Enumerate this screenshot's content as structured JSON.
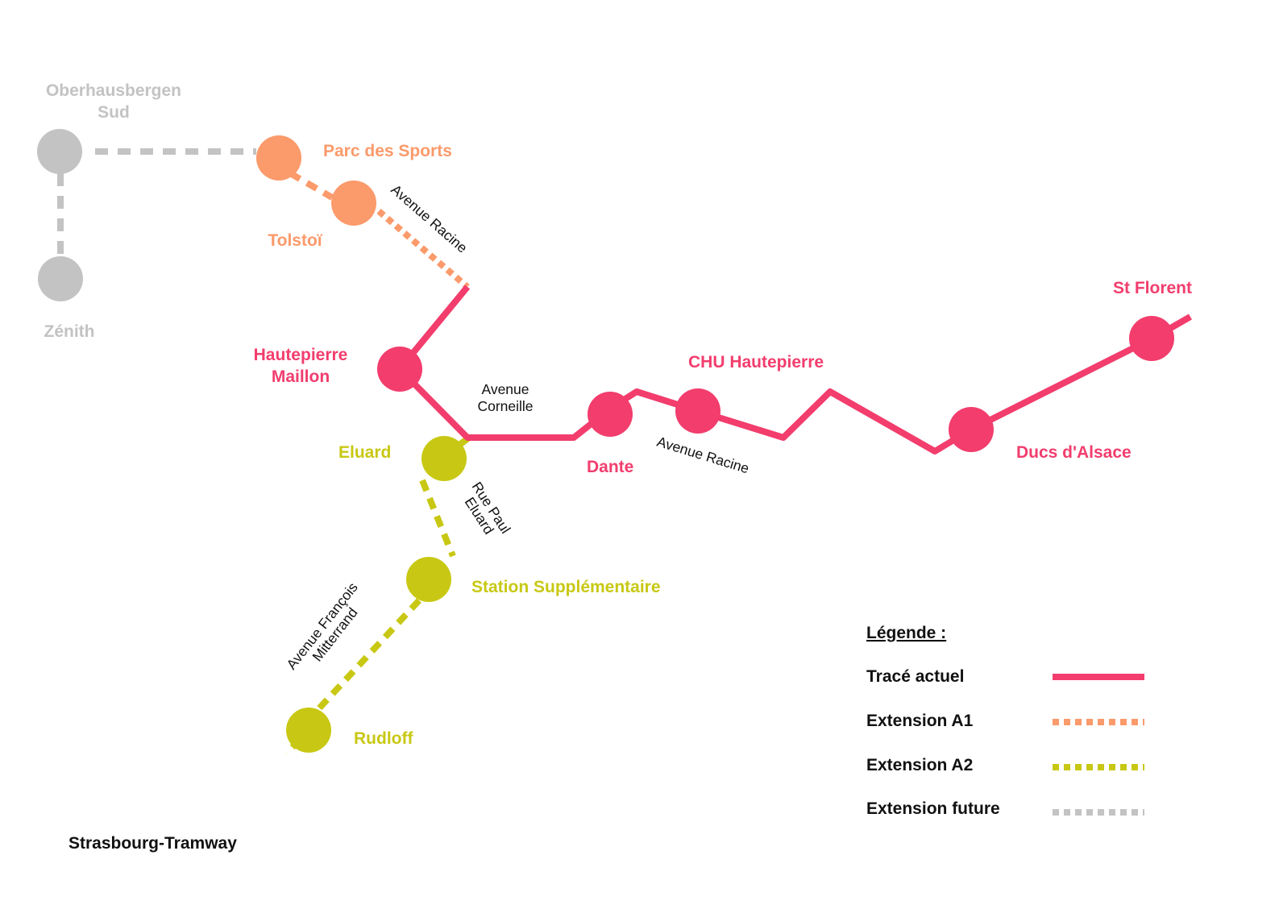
{
  "colors": {
    "current": "#f23d6d",
    "ext_a1": "#fb9a6b",
    "ext_a2": "#c8c814",
    "future": "#c3c3c3"
  },
  "stations": {
    "oberhausbergen_line1": "Oberhausbergen",
    "oberhausbergen_line2": "Sud",
    "zenith": "Zénith",
    "parc_des_sports": "Parc des Sports",
    "tolstoi": "Tolstoï",
    "hautepierre_line1": "Hautepierre",
    "hautepierre_line2": "Maillon",
    "chu_hautepierre": "CHU Hautepierre",
    "st_florent": "St Florent",
    "dante": "Dante",
    "ducs_dalsace": "Ducs d'Alsace",
    "eluard": "Eluard",
    "station_supplementaire": "Station Supplémentaire",
    "rudloff": "Rudloff"
  },
  "streets": {
    "avenue_racine_north": "Avenue Racine",
    "avenue_corneille_line1": "Avenue",
    "avenue_corneille_line2": "Corneille",
    "avenue_racine_east": "Avenue Racine",
    "rue_paul_eluard_line1": "Rue Paul",
    "rue_paul_eluard_line2": "Eluard",
    "avenue_mitterrand_line1": "Avenue François",
    "avenue_mitterrand_line2": "Mitterrand"
  },
  "legend": {
    "title": "Légende :",
    "items": [
      {
        "label": "Tracé actuel",
        "style": "solid",
        "color": "#f23d6d"
      },
      {
        "label": "Extension A1",
        "style": "dotted",
        "color": "#fb9a6b"
      },
      {
        "label": "Extension A2",
        "style": "dotted",
        "color": "#c8c814"
      },
      {
        "label": "Extension future",
        "style": "dotted",
        "color": "#c3c3c3"
      }
    ]
  },
  "footer": {
    "caption": "Strasbourg-Tramway"
  }
}
